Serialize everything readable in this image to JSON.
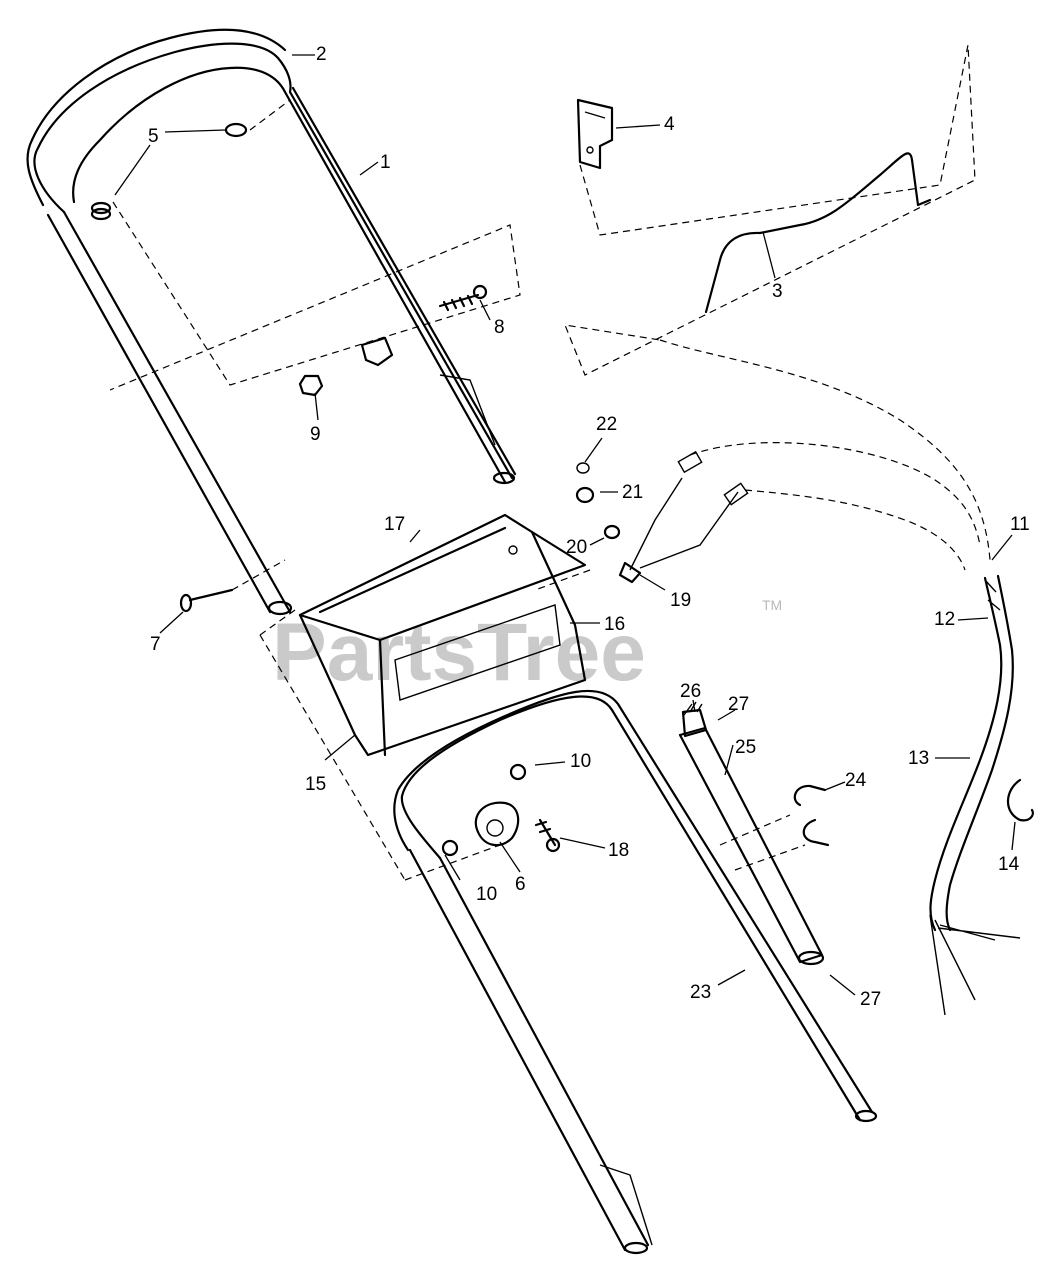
{
  "watermark": {
    "text": "PartsTree",
    "trademark": "TM"
  },
  "callouts": {
    "c1": "1",
    "c2": "2",
    "c3": "3",
    "c4": "4",
    "c5": "5",
    "c6": "6",
    "c7": "7",
    "c8": "8",
    "c9": "9",
    "c10a": "10",
    "c10b": "10",
    "c11": "11",
    "c12": "12",
    "c13": "13",
    "c14": "14",
    "c15": "15",
    "c16": "16",
    "c17": "17",
    "c18": "18",
    "c19": "19",
    "c20": "20",
    "c21": "21",
    "c22": "22",
    "c23": "23",
    "c24": "24",
    "c25": "25",
    "c26": "26",
    "c27a": "27",
    "c27b": "27"
  }
}
